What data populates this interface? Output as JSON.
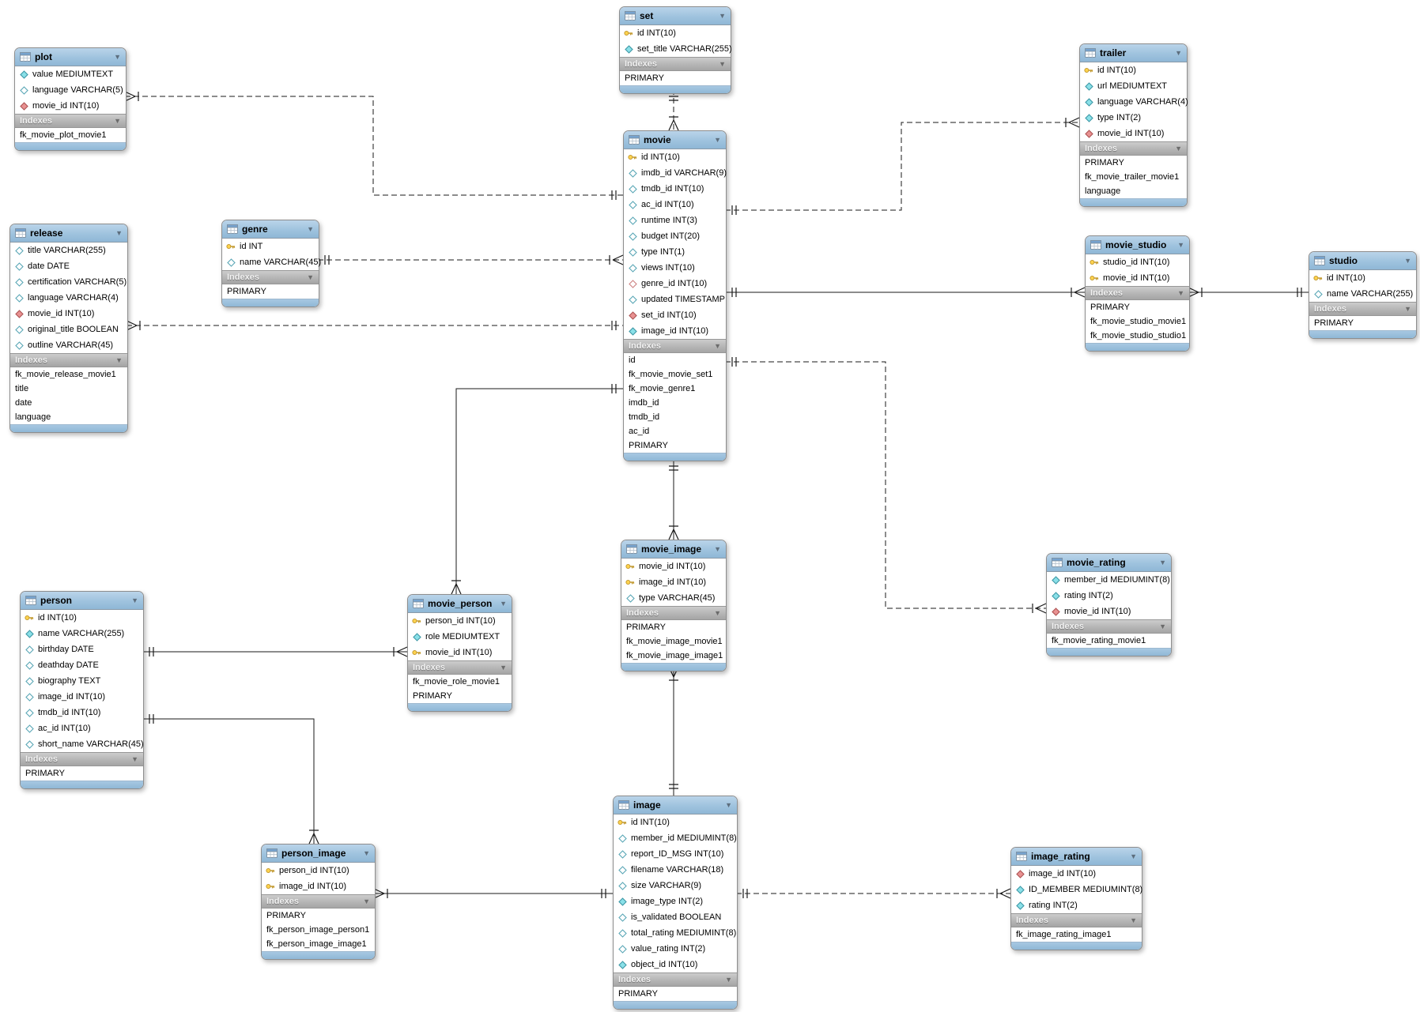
{
  "indexes_label": "Indexes",
  "tables": [
    {
      "name": "plot",
      "fields": [
        {
          "icon": "attr-nn",
          "text": "value MEDIUMTEXT"
        },
        {
          "icon": "attr",
          "text": "language VARCHAR(5)"
        },
        {
          "icon": "fk",
          "text": "movie_id INT(10)"
        }
      ],
      "indexes": [
        "fk_movie_plot_movie1"
      ]
    },
    {
      "name": "set",
      "fields": [
        {
          "icon": "pk",
          "text": "id INT(10)"
        },
        {
          "icon": "attr-nn",
          "text": "set_title VARCHAR(255)"
        }
      ],
      "indexes": [
        "PRIMARY"
      ]
    },
    {
      "name": "trailer",
      "fields": [
        {
          "icon": "pk",
          "text": "id INT(10)"
        },
        {
          "icon": "attr-nn",
          "text": "url MEDIUMTEXT"
        },
        {
          "icon": "attr-nn",
          "text": "language VARCHAR(4)"
        },
        {
          "icon": "attr-nn",
          "text": "type INT(2)"
        },
        {
          "icon": "fk",
          "text": "movie_id INT(10)"
        }
      ],
      "indexes": [
        "PRIMARY",
        "fk_movie_trailer_movie1",
        "language"
      ]
    },
    {
      "name": "release",
      "fields": [
        {
          "icon": "attr",
          "text": "title VARCHAR(255)"
        },
        {
          "icon": "attr",
          "text": "date DATE"
        },
        {
          "icon": "attr",
          "text": "certification VARCHAR(5)"
        },
        {
          "icon": "attr",
          "text": "language VARCHAR(4)"
        },
        {
          "icon": "fk",
          "text": "movie_id INT(10)"
        },
        {
          "icon": "attr",
          "text": "original_title BOOLEAN"
        },
        {
          "icon": "attr",
          "text": "outline VARCHAR(45)"
        }
      ],
      "indexes": [
        "fk_movie_release_movie1",
        "title",
        "date",
        "language"
      ]
    },
    {
      "name": "genre",
      "fields": [
        {
          "icon": "pk",
          "text": "id INT"
        },
        {
          "icon": "attr",
          "text": "name VARCHAR(45)"
        }
      ],
      "indexes": [
        "PRIMARY"
      ]
    },
    {
      "name": "movie",
      "fields": [
        {
          "icon": "pk",
          "text": "id INT(10)"
        },
        {
          "icon": "attr",
          "text": "imdb_id VARCHAR(9)"
        },
        {
          "icon": "attr",
          "text": "tmdb_id INT(10)"
        },
        {
          "icon": "attr",
          "text": "ac_id INT(10)"
        },
        {
          "icon": "attr",
          "text": "runtime INT(3)"
        },
        {
          "icon": "attr",
          "text": "budget INT(20)"
        },
        {
          "icon": "attr",
          "text": "type INT(1)"
        },
        {
          "icon": "attr",
          "text": "views INT(10)"
        },
        {
          "icon": "fk-null",
          "text": "genre_id INT(10)"
        },
        {
          "icon": "attr",
          "text": "updated TIMESTAMP"
        },
        {
          "icon": "fk",
          "text": "set_id INT(10)"
        },
        {
          "icon": "attr-nn",
          "text": "image_id INT(10)"
        }
      ],
      "indexes": [
        "id",
        "fk_movie_movie_set1",
        "fk_movie_genre1",
        "imdb_id",
        "tmdb_id",
        "ac_id",
        "PRIMARY"
      ]
    },
    {
      "name": "movie_studio",
      "fields": [
        {
          "icon": "pk",
          "text": "studio_id INT(10)"
        },
        {
          "icon": "pk",
          "text": "movie_id INT(10)"
        }
      ],
      "indexes": [
        "PRIMARY",
        "fk_movie_studio_movie1",
        "fk_movie_studio_studio1"
      ]
    },
    {
      "name": "studio",
      "fields": [
        {
          "icon": "pk",
          "text": "id INT(10)"
        },
        {
          "icon": "attr",
          "text": "name VARCHAR(255)"
        }
      ],
      "indexes": [
        "PRIMARY"
      ]
    },
    {
      "name": "movie_rating",
      "fields": [
        {
          "icon": "attr-nn",
          "text": "member_id MEDIUMINT(8)"
        },
        {
          "icon": "attr-nn",
          "text": "rating INT(2)"
        },
        {
          "icon": "fk",
          "text": "movie_id INT(10)"
        }
      ],
      "indexes": [
        "fk_movie_rating_movie1"
      ]
    },
    {
      "name": "person",
      "fields": [
        {
          "icon": "pk",
          "text": "id INT(10)"
        },
        {
          "icon": "attr-nn",
          "text": "name VARCHAR(255)"
        },
        {
          "icon": "attr",
          "text": "birthday DATE"
        },
        {
          "icon": "attr",
          "text": "deathday DATE"
        },
        {
          "icon": "attr",
          "text": "biography TEXT"
        },
        {
          "icon": "attr",
          "text": "image_id INT(10)"
        },
        {
          "icon": "attr",
          "text": "tmdb_id INT(10)"
        },
        {
          "icon": "attr",
          "text": "ac_id INT(10)"
        },
        {
          "icon": "attr",
          "text": "short_name VARCHAR(45)"
        }
      ],
      "indexes": [
        "PRIMARY"
      ]
    },
    {
      "name": "movie_person",
      "fields": [
        {
          "icon": "pk",
          "text": "person_id INT(10)"
        },
        {
          "icon": "attr-nn",
          "text": "role MEDIUMTEXT"
        },
        {
          "icon": "pk",
          "text": "movie_id INT(10)"
        }
      ],
      "indexes": [
        "fk_movie_role_movie1",
        "PRIMARY"
      ]
    },
    {
      "name": "movie_image",
      "fields": [
        {
          "icon": "pk",
          "text": "movie_id INT(10)"
        },
        {
          "icon": "pk",
          "text": "image_id INT(10)"
        },
        {
          "icon": "attr",
          "text": "type VARCHAR(45)"
        }
      ],
      "indexes": [
        "PRIMARY",
        "fk_movie_image_movie1",
        "fk_movie_image_image1"
      ]
    },
    {
      "name": "person_image",
      "fields": [
        {
          "icon": "pk",
          "text": "person_id INT(10)"
        },
        {
          "icon": "pk",
          "text": "image_id INT(10)"
        }
      ],
      "indexes": [
        "PRIMARY",
        "fk_person_image_person1",
        "fk_person_image_image1"
      ]
    },
    {
      "name": "image",
      "fields": [
        {
          "icon": "pk",
          "text": "id INT(10)"
        },
        {
          "icon": "attr",
          "text": "member_id MEDIUMINT(8)"
        },
        {
          "icon": "attr",
          "text": "report_ID_MSG INT(10)"
        },
        {
          "icon": "attr",
          "text": "filename VARCHAR(18)"
        },
        {
          "icon": "attr",
          "text": "size VARCHAR(9)"
        },
        {
          "icon": "attr-nn",
          "text": "image_type INT(2)"
        },
        {
          "icon": "attr",
          "text": "is_validated BOOLEAN"
        },
        {
          "icon": "attr",
          "text": "total_rating MEDIUMINT(8)"
        },
        {
          "icon": "attr",
          "text": "value_rating INT(2)"
        },
        {
          "icon": "attr-nn",
          "text": "object_id INT(10)"
        }
      ],
      "indexes": [
        "PRIMARY"
      ]
    },
    {
      "name": "image_rating",
      "fields": [
        {
          "icon": "fk",
          "text": "image_id INT(10)"
        },
        {
          "icon": "attr-nn",
          "text": "ID_MEMBER MEDIUMINT(8)"
        },
        {
          "icon": "attr-nn",
          "text": "rating INT(2)"
        }
      ],
      "indexes": [
        "fk_image_rating_image1"
      ]
    }
  ]
}
